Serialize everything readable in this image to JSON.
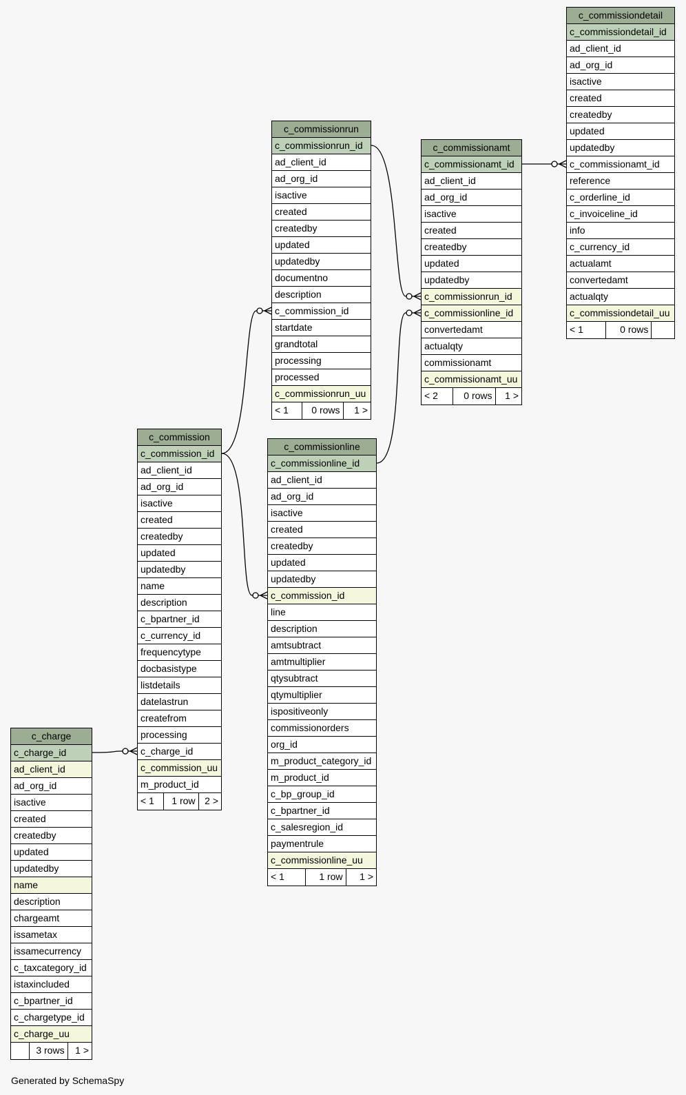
{
  "footer": "Generated by SchemaSpy",
  "tables": [
    {
      "name": "c_commissiondetail",
      "columns": [
        {
          "name": "c_commissiondetail_id",
          "kind": "pk"
        },
        {
          "name": "ad_client_id"
        },
        {
          "name": "ad_org_id"
        },
        {
          "name": "isactive"
        },
        {
          "name": "created"
        },
        {
          "name": "createdby"
        },
        {
          "name": "updated"
        },
        {
          "name": "updatedby"
        },
        {
          "name": "c_commissionamt_id"
        },
        {
          "name": "reference"
        },
        {
          "name": "c_orderline_id"
        },
        {
          "name": "c_invoiceline_id"
        },
        {
          "name": "info"
        },
        {
          "name": "c_currency_id"
        },
        {
          "name": "actualamt"
        },
        {
          "name": "convertedamt"
        },
        {
          "name": "actualqty"
        },
        {
          "name": "c_commissiondetail_uu",
          "kind": "idx"
        }
      ],
      "footer": [
        "< 1",
        "0 rows",
        ""
      ]
    },
    {
      "name": "c_commissionrun",
      "columns": [
        {
          "name": "c_commissionrun_id",
          "kind": "pk"
        },
        {
          "name": "ad_client_id"
        },
        {
          "name": "ad_org_id"
        },
        {
          "name": "isactive"
        },
        {
          "name": "created"
        },
        {
          "name": "createdby"
        },
        {
          "name": "updated"
        },
        {
          "name": "updatedby"
        },
        {
          "name": "documentno"
        },
        {
          "name": "description"
        },
        {
          "name": "c_commission_id"
        },
        {
          "name": "startdate"
        },
        {
          "name": "grandtotal"
        },
        {
          "name": "processing"
        },
        {
          "name": "processed"
        },
        {
          "name": "c_commissionrun_uu",
          "kind": "idx"
        }
      ],
      "footer": [
        "< 1",
        "0 rows",
        "1 >"
      ]
    },
    {
      "name": "c_commissionamt",
      "columns": [
        {
          "name": "c_commissionamt_id",
          "kind": "pk"
        },
        {
          "name": "ad_client_id"
        },
        {
          "name": "ad_org_id"
        },
        {
          "name": "isactive"
        },
        {
          "name": "created"
        },
        {
          "name": "createdby"
        },
        {
          "name": "updated"
        },
        {
          "name": "updatedby"
        },
        {
          "name": "c_commissionrun_id",
          "kind": "idx"
        },
        {
          "name": "c_commissionline_id",
          "kind": "idx"
        },
        {
          "name": "convertedamt"
        },
        {
          "name": "actualqty"
        },
        {
          "name": "commissionamt"
        },
        {
          "name": "c_commissionamt_uu",
          "kind": "idx"
        }
      ],
      "footer": [
        "< 2",
        "0 rows",
        "1 >"
      ]
    },
    {
      "name": "c_commission",
      "columns": [
        {
          "name": "c_commission_id",
          "kind": "pk"
        },
        {
          "name": "ad_client_id"
        },
        {
          "name": "ad_org_id"
        },
        {
          "name": "isactive"
        },
        {
          "name": "created"
        },
        {
          "name": "createdby"
        },
        {
          "name": "updated"
        },
        {
          "name": "updatedby"
        },
        {
          "name": "name"
        },
        {
          "name": "description"
        },
        {
          "name": "c_bpartner_id"
        },
        {
          "name": "c_currency_id"
        },
        {
          "name": "frequencytype"
        },
        {
          "name": "docbasistype"
        },
        {
          "name": "listdetails"
        },
        {
          "name": "datelastrun"
        },
        {
          "name": "createfrom"
        },
        {
          "name": "processing"
        },
        {
          "name": "c_charge_id"
        },
        {
          "name": "c_commission_uu",
          "kind": "idx"
        },
        {
          "name": "m_product_id"
        }
      ],
      "footer": [
        "< 1",
        "1 row",
        "2 >"
      ]
    },
    {
      "name": "c_commissionline",
      "columns": [
        {
          "name": "c_commissionline_id",
          "kind": "pk"
        },
        {
          "name": "ad_client_id"
        },
        {
          "name": "ad_org_id"
        },
        {
          "name": "isactive"
        },
        {
          "name": "created"
        },
        {
          "name": "createdby"
        },
        {
          "name": "updated"
        },
        {
          "name": "updatedby"
        },
        {
          "name": "c_commission_id",
          "kind": "idx"
        },
        {
          "name": "line"
        },
        {
          "name": "description"
        },
        {
          "name": "amtsubtract"
        },
        {
          "name": "amtmultiplier"
        },
        {
          "name": "qtysubtract"
        },
        {
          "name": "qtymultiplier"
        },
        {
          "name": "ispositiveonly"
        },
        {
          "name": "commissionorders"
        },
        {
          "name": "org_id"
        },
        {
          "name": "m_product_category_id"
        },
        {
          "name": "m_product_id"
        },
        {
          "name": "c_bp_group_id"
        },
        {
          "name": "c_bpartner_id"
        },
        {
          "name": "c_salesregion_id"
        },
        {
          "name": "paymentrule"
        },
        {
          "name": "c_commissionline_uu",
          "kind": "idx"
        }
      ],
      "footer": [
        "< 1",
        "1 row",
        "1 >"
      ]
    },
    {
      "name": "c_charge",
      "columns": [
        {
          "name": "c_charge_id",
          "kind": "pk"
        },
        {
          "name": "ad_client_id",
          "kind": "idx"
        },
        {
          "name": "ad_org_id"
        },
        {
          "name": "isactive"
        },
        {
          "name": "created"
        },
        {
          "name": "createdby"
        },
        {
          "name": "updated"
        },
        {
          "name": "updatedby"
        },
        {
          "name": "name",
          "kind": "idx"
        },
        {
          "name": "description"
        },
        {
          "name": "chargeamt"
        },
        {
          "name": "issametax"
        },
        {
          "name": "issamecurrency"
        },
        {
          "name": "c_taxcategory_id"
        },
        {
          "name": "istaxincluded"
        },
        {
          "name": "c_bpartner_id"
        },
        {
          "name": "c_chargetype_id"
        },
        {
          "name": "c_charge_uu",
          "kind": "idx"
        }
      ],
      "footer": [
        "",
        "3 rows",
        "1 >"
      ]
    }
  ],
  "relationships": [
    {
      "from": "c_commissionamt.c_commissionamt_id",
      "to": "c_commissiondetail.c_commissionamt_id"
    },
    {
      "from": "c_commissionrun.c_commissionrun_id",
      "to": "c_commissionamt.c_commissionrun_id"
    },
    {
      "from": "c_commissionline.c_commissionline_id",
      "to": "c_commissionamt.c_commissionline_id"
    },
    {
      "from": "c_commission.c_commission_id",
      "to": "c_commissionrun.c_commission_id"
    },
    {
      "from": "c_commission.c_commission_id",
      "to": "c_commissionline.c_commission_id"
    },
    {
      "from": "c_charge.c_charge_id",
      "to": "c_commission.c_charge_id"
    }
  ]
}
